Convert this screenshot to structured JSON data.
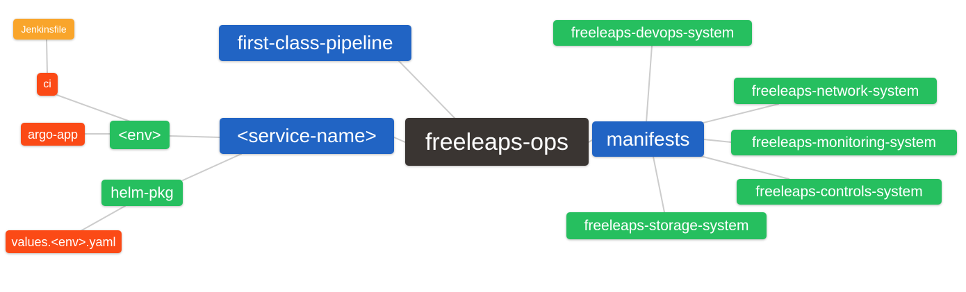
{
  "diagram": {
    "type": "mindmap",
    "root": "freeleaps-ops"
  },
  "colors": {
    "blue": "#2164c4",
    "green": "#26bf5f",
    "orange": "#f9a52b",
    "red": "#fb4a16",
    "dark": "#3a3532",
    "edge": "#cccccc",
    "text": "#ffffff"
  },
  "nodes": {
    "jenkinsfile": {
      "label": "Jenkinsfile",
      "color": "orange"
    },
    "ci": {
      "label": "ci",
      "color": "red"
    },
    "argo_app": {
      "label": "argo-app",
      "color": "red"
    },
    "env": {
      "label": "<env>",
      "color": "green"
    },
    "first_class": {
      "label": "first-class-pipeline",
      "color": "blue"
    },
    "service_name": {
      "label": "<service-name>",
      "color": "blue"
    },
    "freeleaps_ops": {
      "label": "freeleaps-ops",
      "color": "dark"
    },
    "manifests": {
      "label": "manifests",
      "color": "blue"
    },
    "helm_pkg": {
      "label": "helm-pkg",
      "color": "green"
    },
    "values_yaml": {
      "label": "values.<env>.yaml",
      "color": "red"
    },
    "devops": {
      "label": "freeleaps-devops-system",
      "color": "green"
    },
    "network": {
      "label": "freeleaps-network-system",
      "color": "green"
    },
    "monitoring": {
      "label": "freeleaps-monitoring-system",
      "color": "green"
    },
    "controls": {
      "label": "freeleaps-controls-system",
      "color": "green"
    },
    "storage": {
      "label": "freeleaps-storage-system",
      "color": "green"
    }
  },
  "edges": [
    {
      "from": "jenkinsfile",
      "to": "ci"
    },
    {
      "from": "ci",
      "to": "env"
    },
    {
      "from": "argo_app",
      "to": "env"
    },
    {
      "from": "env",
      "to": "service_name"
    },
    {
      "from": "service_name",
      "to": "helm_pkg"
    },
    {
      "from": "helm_pkg",
      "to": "values_yaml"
    },
    {
      "from": "first_class",
      "to": "freeleaps_ops"
    },
    {
      "from": "service_name",
      "to": "freeleaps_ops"
    },
    {
      "from": "freeleaps_ops",
      "to": "manifests"
    },
    {
      "from": "manifests",
      "to": "devops"
    },
    {
      "from": "manifests",
      "to": "network"
    },
    {
      "from": "manifests",
      "to": "monitoring"
    },
    {
      "from": "manifests",
      "to": "controls"
    },
    {
      "from": "manifests",
      "to": "storage"
    }
  ]
}
